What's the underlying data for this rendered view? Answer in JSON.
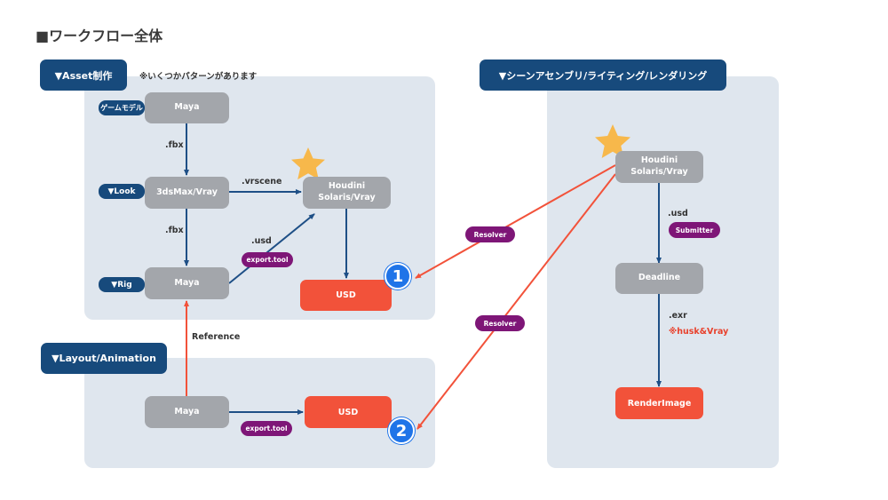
{
  "title": "■ワークフロー全体",
  "asset": {
    "header": "▼Asset制作",
    "note": "※いくつかパターンがあります",
    "tags": {
      "game_model": "ゲームモデル",
      "look": "▼Look",
      "rig": "▼Rig"
    },
    "nodes": {
      "maya_top": "Maya",
      "max_vray": "3dsMax/Vray",
      "maya_rig": "Maya",
      "houdini": "Houdini\nSolaris/Vray",
      "usd": "USD"
    },
    "edges": {
      "fbx1": ".fbx",
      "fbx2": ".fbx",
      "vrscene": ".vrscene",
      "usd": ".usd",
      "export_tool": "export.tool"
    },
    "badge": "1"
  },
  "reference_label": "Reference",
  "layout": {
    "header": "▼Layout/Animation",
    "nodes": {
      "maya": "Maya",
      "usd": "USD"
    },
    "export_tool": "export.tool",
    "badge": "2"
  },
  "resolver_labels": [
    "Resolver",
    "Resolver"
  ],
  "scene": {
    "header": "▼シーンアセンブリ/ライティング/レンダリング",
    "nodes": {
      "houdini": "Houdini\nSolaris/Vray",
      "deadline": "Deadline",
      "render_image": "RenderImage"
    },
    "edges": {
      "usd": ".usd",
      "submitter": "Submitter",
      "exr": ".exr",
      "note": "※husk&Vray"
    }
  },
  "colors": {
    "panel": "#dfe6ee",
    "header": "#174a7c",
    "gray_node": "#a3a6ab",
    "orange_node": "#f2523a",
    "purple_pill": "#7e1677",
    "badge": "#1f74e8",
    "star": "#f7b84b",
    "blue_arrow": "#1e4f86",
    "red_arrow": "#f2523a",
    "red_note": "#e8412c"
  }
}
